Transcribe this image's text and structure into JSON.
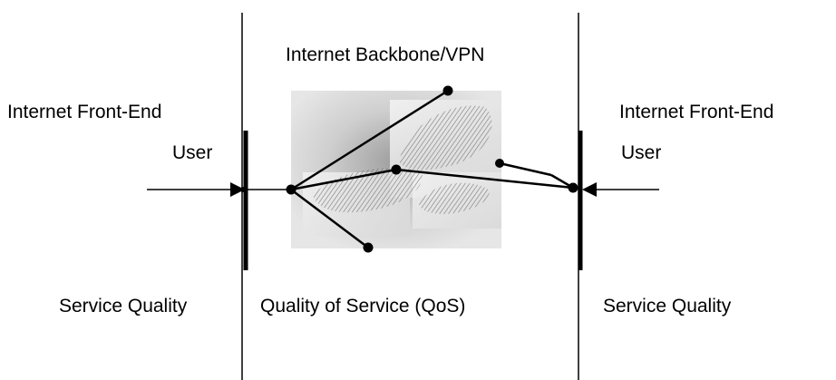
{
  "labels": {
    "backbone": "Internet Backbone/VPN",
    "front_end_left": "Internet Front-End",
    "front_end_right": "Internet Front-End",
    "user_left": "User",
    "user_right": "User",
    "service_quality_left": "Service Quality",
    "qos": "Quality of Service (QoS)",
    "service_quality_right": "Service Quality"
  },
  "colors": {
    "line": "#000000",
    "cloud_bg": "#e2e2e2",
    "cloud_shade": "#bdbdbd"
  }
}
